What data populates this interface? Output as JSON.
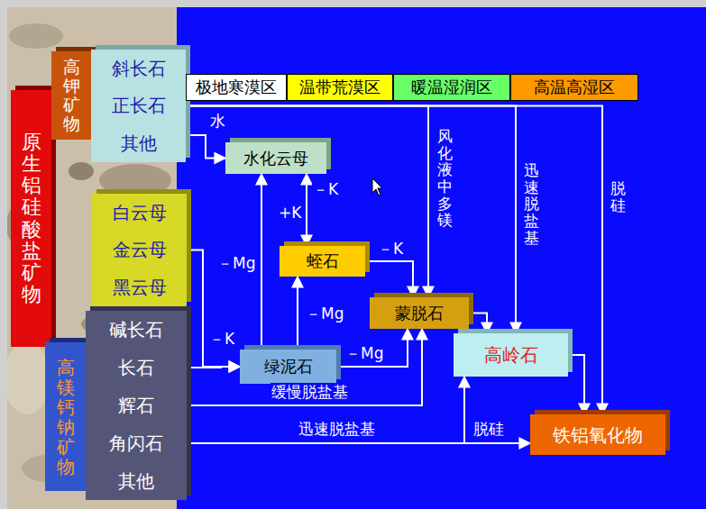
{
  "diagram": {
    "nodes": [
      {
        "text": [
          "原生铝硅酸盐矿物"
        ]
      },
      {
        "text": [
          "高钾矿物"
        ]
      },
      {
        "text": [
          "斜长石",
          "正长石",
          "其他"
        ]
      },
      {
        "text": [
          "极地寒漠区"
        ]
      },
      {
        "text": [
          "温带荒漠区"
        ]
      },
      {
        "text": [
          "暖温湿润区"
        ]
      },
      {
        "text": [
          "高温高湿区"
        ]
      },
      {
        "text": [
          "白云母",
          "金云母",
          "黑云母"
        ]
      },
      {
        "text": [
          "高镁钙钠矿物"
        ]
      },
      {
        "text": [
          "碱长石",
          "长石",
          "辉石",
          "角闪石",
          "其他"
        ]
      },
      {
        "text": [
          "水化云母"
        ]
      },
      {
        "text": [
          "蛭石"
        ]
      },
      {
        "text": [
          "绿泥石"
        ]
      },
      {
        "text": [
          "蒙脱石"
        ]
      },
      {
        "text": [
          "高岭石"
        ]
      },
      {
        "text": [
          "铁铝氧化物"
        ]
      }
    ],
    "edges": [
      {
        "from": 2,
        "to": 10,
        "label": "水",
        "arrow": "to"
      },
      {
        "from": 2,
        "to": 13,
        "label": "风化液中多镁",
        "arrow": "to"
      },
      {
        "from": 2,
        "to": 14,
        "label": "迅速脱盐基",
        "arrow": "to"
      },
      {
        "from": 2,
        "to": 15,
        "label": "脱硅",
        "arrow": "to"
      },
      {
        "from": 10,
        "to": 11,
        "label": "－K",
        "arrow": "to"
      },
      {
        "from": 11,
        "to": 10,
        "label": "+K",
        "arrow": "to"
      },
      {
        "from": 12,
        "to": 10,
        "label": "－Mg",
        "arrow": "to"
      },
      {
        "from": 12,
        "to": 11,
        "label": "－Mg",
        "arrow": "to"
      },
      {
        "from": 11,
        "to": 13,
        "label": "－K",
        "arrow": "to"
      },
      {
        "from": 7,
        "to": 12,
        "label": "－K",
        "arrow": "to"
      },
      {
        "from": 9,
        "to": 12,
        "arrow": "to"
      },
      {
        "from": 12,
        "to": 13,
        "label": "－Mg",
        "arrow": "to"
      },
      {
        "from": 13,
        "to": 14,
        "arrow": "to"
      },
      {
        "from": 9,
        "to": 13,
        "label": "缓慢脱盐基",
        "arrow": "to"
      },
      {
        "from": 9,
        "to": 15,
        "label": "迅速脱盐基",
        "arrow": "to"
      },
      {
        "from": 9,
        "to": 14,
        "label": "脱硅",
        "arrow": "to"
      },
      {
        "from": 14,
        "to": 15,
        "arrow": "to"
      }
    ]
  }
}
